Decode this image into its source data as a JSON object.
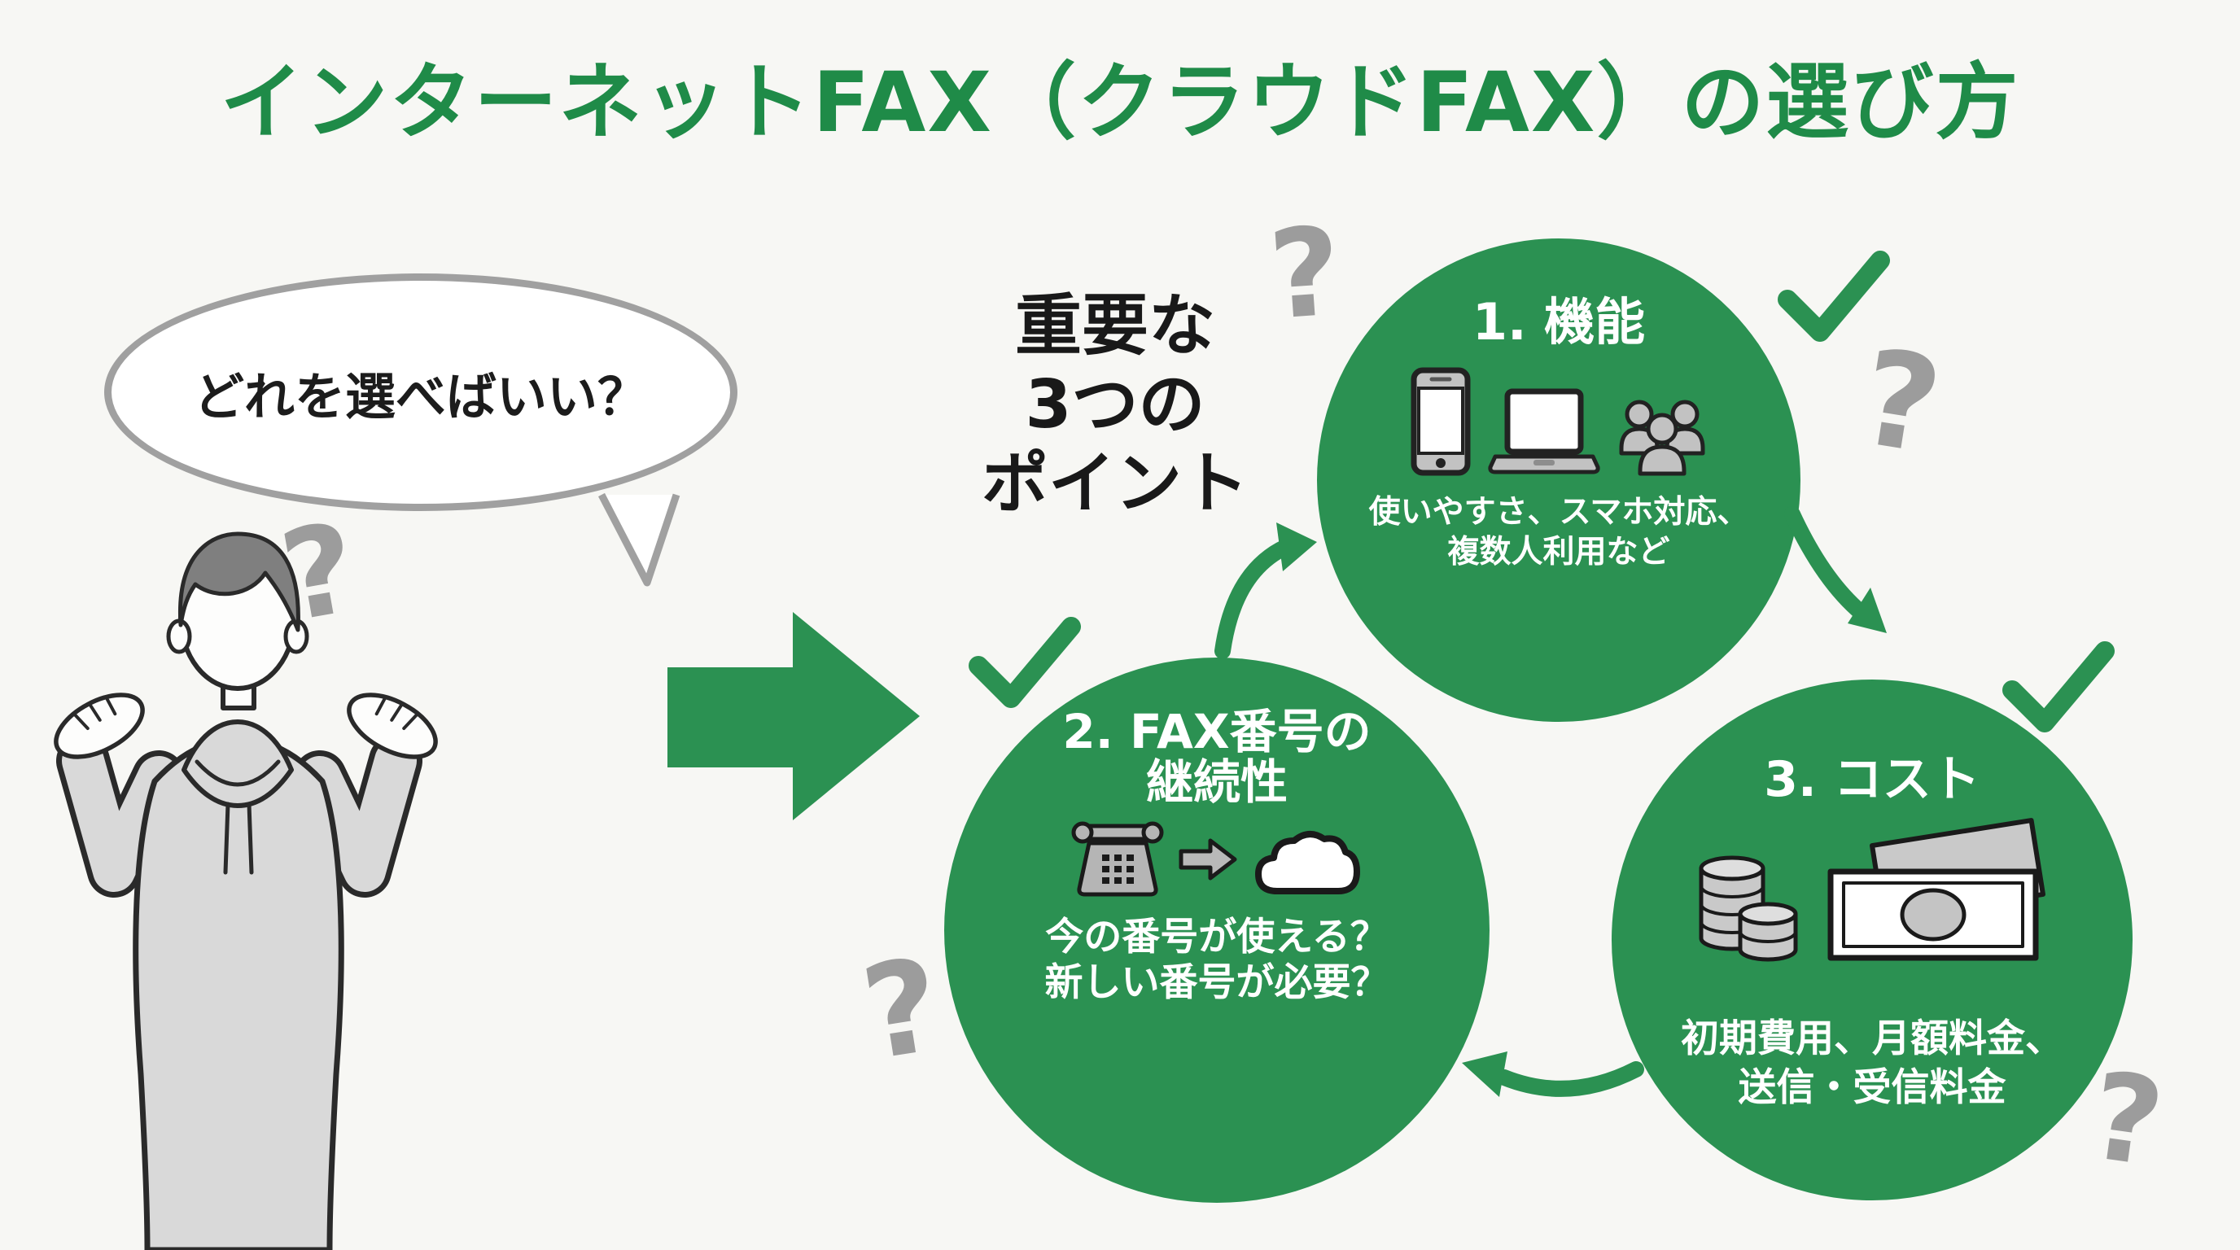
{
  "title": "インターネットFAX（クラウドFAX）の選び方",
  "speech_bubble": {
    "text": "どれを選べばいい？"
  },
  "intro": {
    "line1": "重要な",
    "line2": "3つの",
    "line3": "ポイント"
  },
  "points": [
    {
      "number_title": "1. 機能",
      "desc1": "使いやすさ、スマホ対応、",
      "desc2": "複数人利用など",
      "icons": [
        "smartphone-icon",
        "laptop-icon",
        "people-icon"
      ]
    },
    {
      "title_line1": "2. FAX番号の",
      "title_line2": "継続性",
      "desc1": "今の番号が使える？",
      "desc2": "新しい番号が必要？",
      "icons": [
        "fax-phone-icon",
        "arrow-right-icon",
        "cloud-icon"
      ]
    },
    {
      "number_title": "3. コスト",
      "desc1": "初期費用、月額料金、",
      "desc2": "送信・受信料金",
      "icons": [
        "coin-stack-icon",
        "banknote-icon"
      ]
    }
  ],
  "decorations": {
    "question_mark": "?"
  },
  "colors": {
    "green": "#2b9152",
    "title_green": "#1f8b48",
    "gray": "#9c9c9c",
    "bubble_border": "#a0a0a0",
    "ink": "#1c1c1c",
    "circle_text": "#ffffff",
    "person_gray": "#d9d9d9",
    "hair_gray": "#7f7f7f",
    "icon_gray": "#c2c2c2",
    "background": "#f7f7f4"
  }
}
